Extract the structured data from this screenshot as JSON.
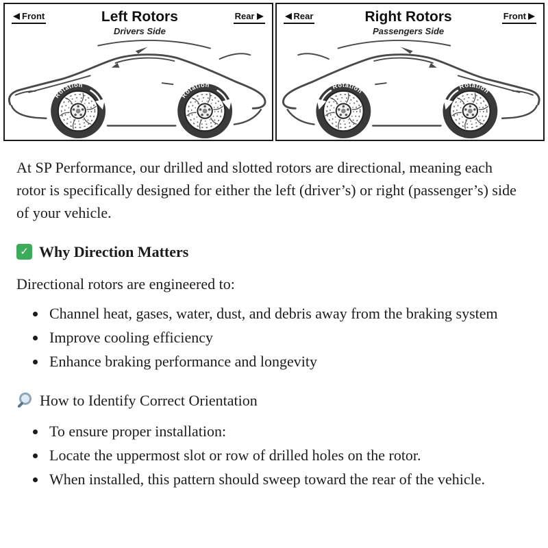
{
  "icons": {
    "check_glyph": "✓"
  },
  "diagram": {
    "rotation_label": "Rotation",
    "left_panel": {
      "dir_left": "Front",
      "dir_right": "Rear",
      "title": "Left Rotors",
      "subtitle": "Drivers Side"
    },
    "right_panel": {
      "dir_left": "Rear",
      "dir_right": "Front",
      "title": "Right Rotors",
      "subtitle": "Passengers Side"
    }
  },
  "content": {
    "intro": "At SP Performance, our drilled and slotted rotors are directional, meaning each rotor is specifically designed for either the left (driver’s) or right (passenger’s) side of your vehicle.",
    "sections": [
      {
        "title": "Why Direction Matters",
        "lead": "Directional rotors are engineered to:",
        "bullets": [
          "Channel heat, gases, water, dust, and debris away from the braking system",
          "Improve cooling efficiency",
          "Enhance braking performance and longevity"
        ]
      },
      {
        "title": "How to Identify Correct Orientation",
        "bullets": [
          "To ensure proper installation:",
          "Locate the uppermost slot or row of drilled holes on the rotor.",
          "When installed, this pattern should sweep toward the rear of the vehicle."
        ]
      }
    ]
  }
}
